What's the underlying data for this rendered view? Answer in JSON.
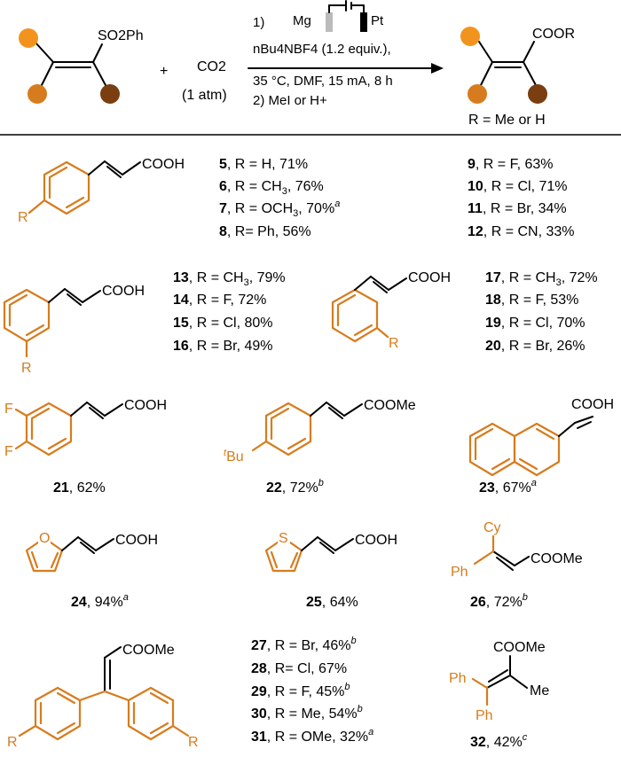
{
  "colors": {
    "accent": "#D77C1E",
    "dark_dot": "#7A3E10",
    "light_dot": "#F2931E"
  },
  "header": {
    "reactant_group": "SO2Ph",
    "plus": "+",
    "co2": "CO2",
    "co2_pressure": "(1 atm)",
    "step1_num": "1)",
    "mg": "Mg",
    "pt": "Pt",
    "electrolyte": "nBu4NBF4 (1.2 equiv.),",
    "conditions": "35 °C, DMF, 15 mA, 8 h",
    "step2": "2) MeI or H+",
    "product_group": "COOR",
    "r_def": "R = Me or H"
  },
  "labels": {
    "cooh": "COOH",
    "coome": "COOMe",
    "r": "R",
    "f": "F",
    "tbu": "tBu",
    "o": "O",
    "s": "S",
    "cy": "Cy",
    "ph": "Ph"
  },
  "entries": {
    "e5": {
      "num": "5",
      "text": ", R = H, 71%"
    },
    "e6": {
      "num": "6",
      "text": ", R = CH3, 76%"
    },
    "e7": {
      "num": "7",
      "text": ", R = OCH3, 70%",
      "note": "a"
    },
    "e8": {
      "num": "8",
      "text": ", R= Ph, 56%"
    },
    "e9": {
      "num": "9",
      "text": ", R = F, 63%"
    },
    "e10": {
      "num": "10",
      "text": ", R = Cl, 71%"
    },
    "e11": {
      "num": "11",
      "text": ", R = Br,  34%"
    },
    "e12": {
      "num": "12",
      "text": ", R = CN, 33%"
    },
    "e13": {
      "num": "13",
      "text": ", R = CH3, 79%"
    },
    "e14": {
      "num": "14",
      "text": ", R = F, 72%"
    },
    "e15": {
      "num": "15",
      "text": ", R = Cl, 80%"
    },
    "e16": {
      "num": "16",
      "text": ", R = Br, 49%"
    },
    "e17": {
      "num": "17",
      "text": ", R = CH3, 72%"
    },
    "e18": {
      "num": "18",
      "text": ", R = F, 53%"
    },
    "e19": {
      "num": "19",
      "text": ", R = Cl, 70%"
    },
    "e20": {
      "num": "20",
      "text": ", R = Br, 26%"
    },
    "e21": {
      "num": "21",
      "text": ", 62%"
    },
    "e22": {
      "num": "22",
      "text": ", 72%",
      "note": "b"
    },
    "e23": {
      "num": "23",
      "text": ", 67%",
      "note": "a"
    },
    "e24": {
      "num": "24",
      "text": ", 94%",
      "note": "a"
    },
    "e25": {
      "num": "25",
      "text": ",  64%"
    },
    "e26": {
      "num": "26",
      "text": ", 72%",
      "note": "b"
    },
    "e27": {
      "num": "27",
      "text": ", R = Br, 46%",
      "note": "b"
    },
    "e28": {
      "num": "28",
      "text": ", R= Cl, 67%"
    },
    "e29": {
      "num": "29",
      "text": ", R = F, 45%",
      "note": "b"
    },
    "e30": {
      "num": "30",
      "text": ", R = Me, 54%",
      "note": "b"
    },
    "e31": {
      "num": "31",
      "text": ", R = OMe, 32%",
      "note": "a"
    },
    "e32": {
      "num": "32",
      "text": ", 42%",
      "note": "c"
    }
  }
}
